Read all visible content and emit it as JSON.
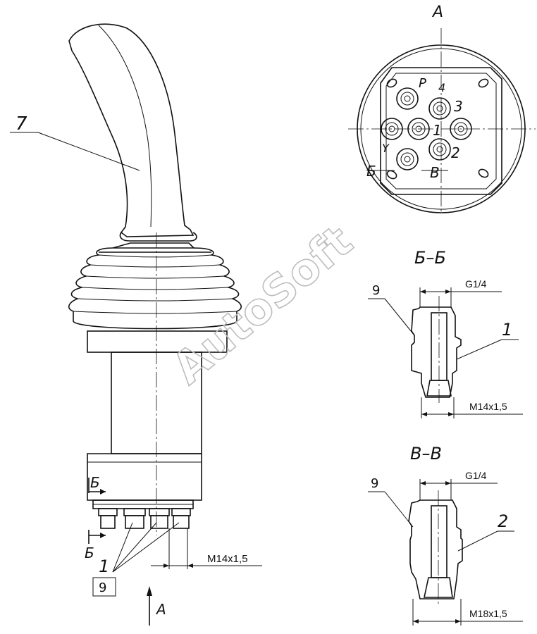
{
  "watermark": "AutoSoft",
  "main_view": {
    "callouts": {
      "handle": "7",
      "fitting_group": "1",
      "seal_group": "9"
    },
    "section_mark_top": "Б",
    "section_mark_bottom": "Б",
    "view_arrow_label": "A",
    "thread_dim": "M14x1,5"
  },
  "view_a": {
    "title": "A",
    "ports": [
      "P",
      "4",
      "3",
      "1",
      "Y",
      "2",
      "Б",
      "В"
    ]
  },
  "section_bb": {
    "title": "Б–Б",
    "callout_left": "9",
    "callout_right": "1",
    "thread_top": "G1/4",
    "thread_bottom": "M14x1,5"
  },
  "section_vv": {
    "title": "В–В",
    "callout_left": "9",
    "callout_right": "2",
    "thread_top": "G1/4",
    "thread_bottom": "M18x1,5"
  }
}
